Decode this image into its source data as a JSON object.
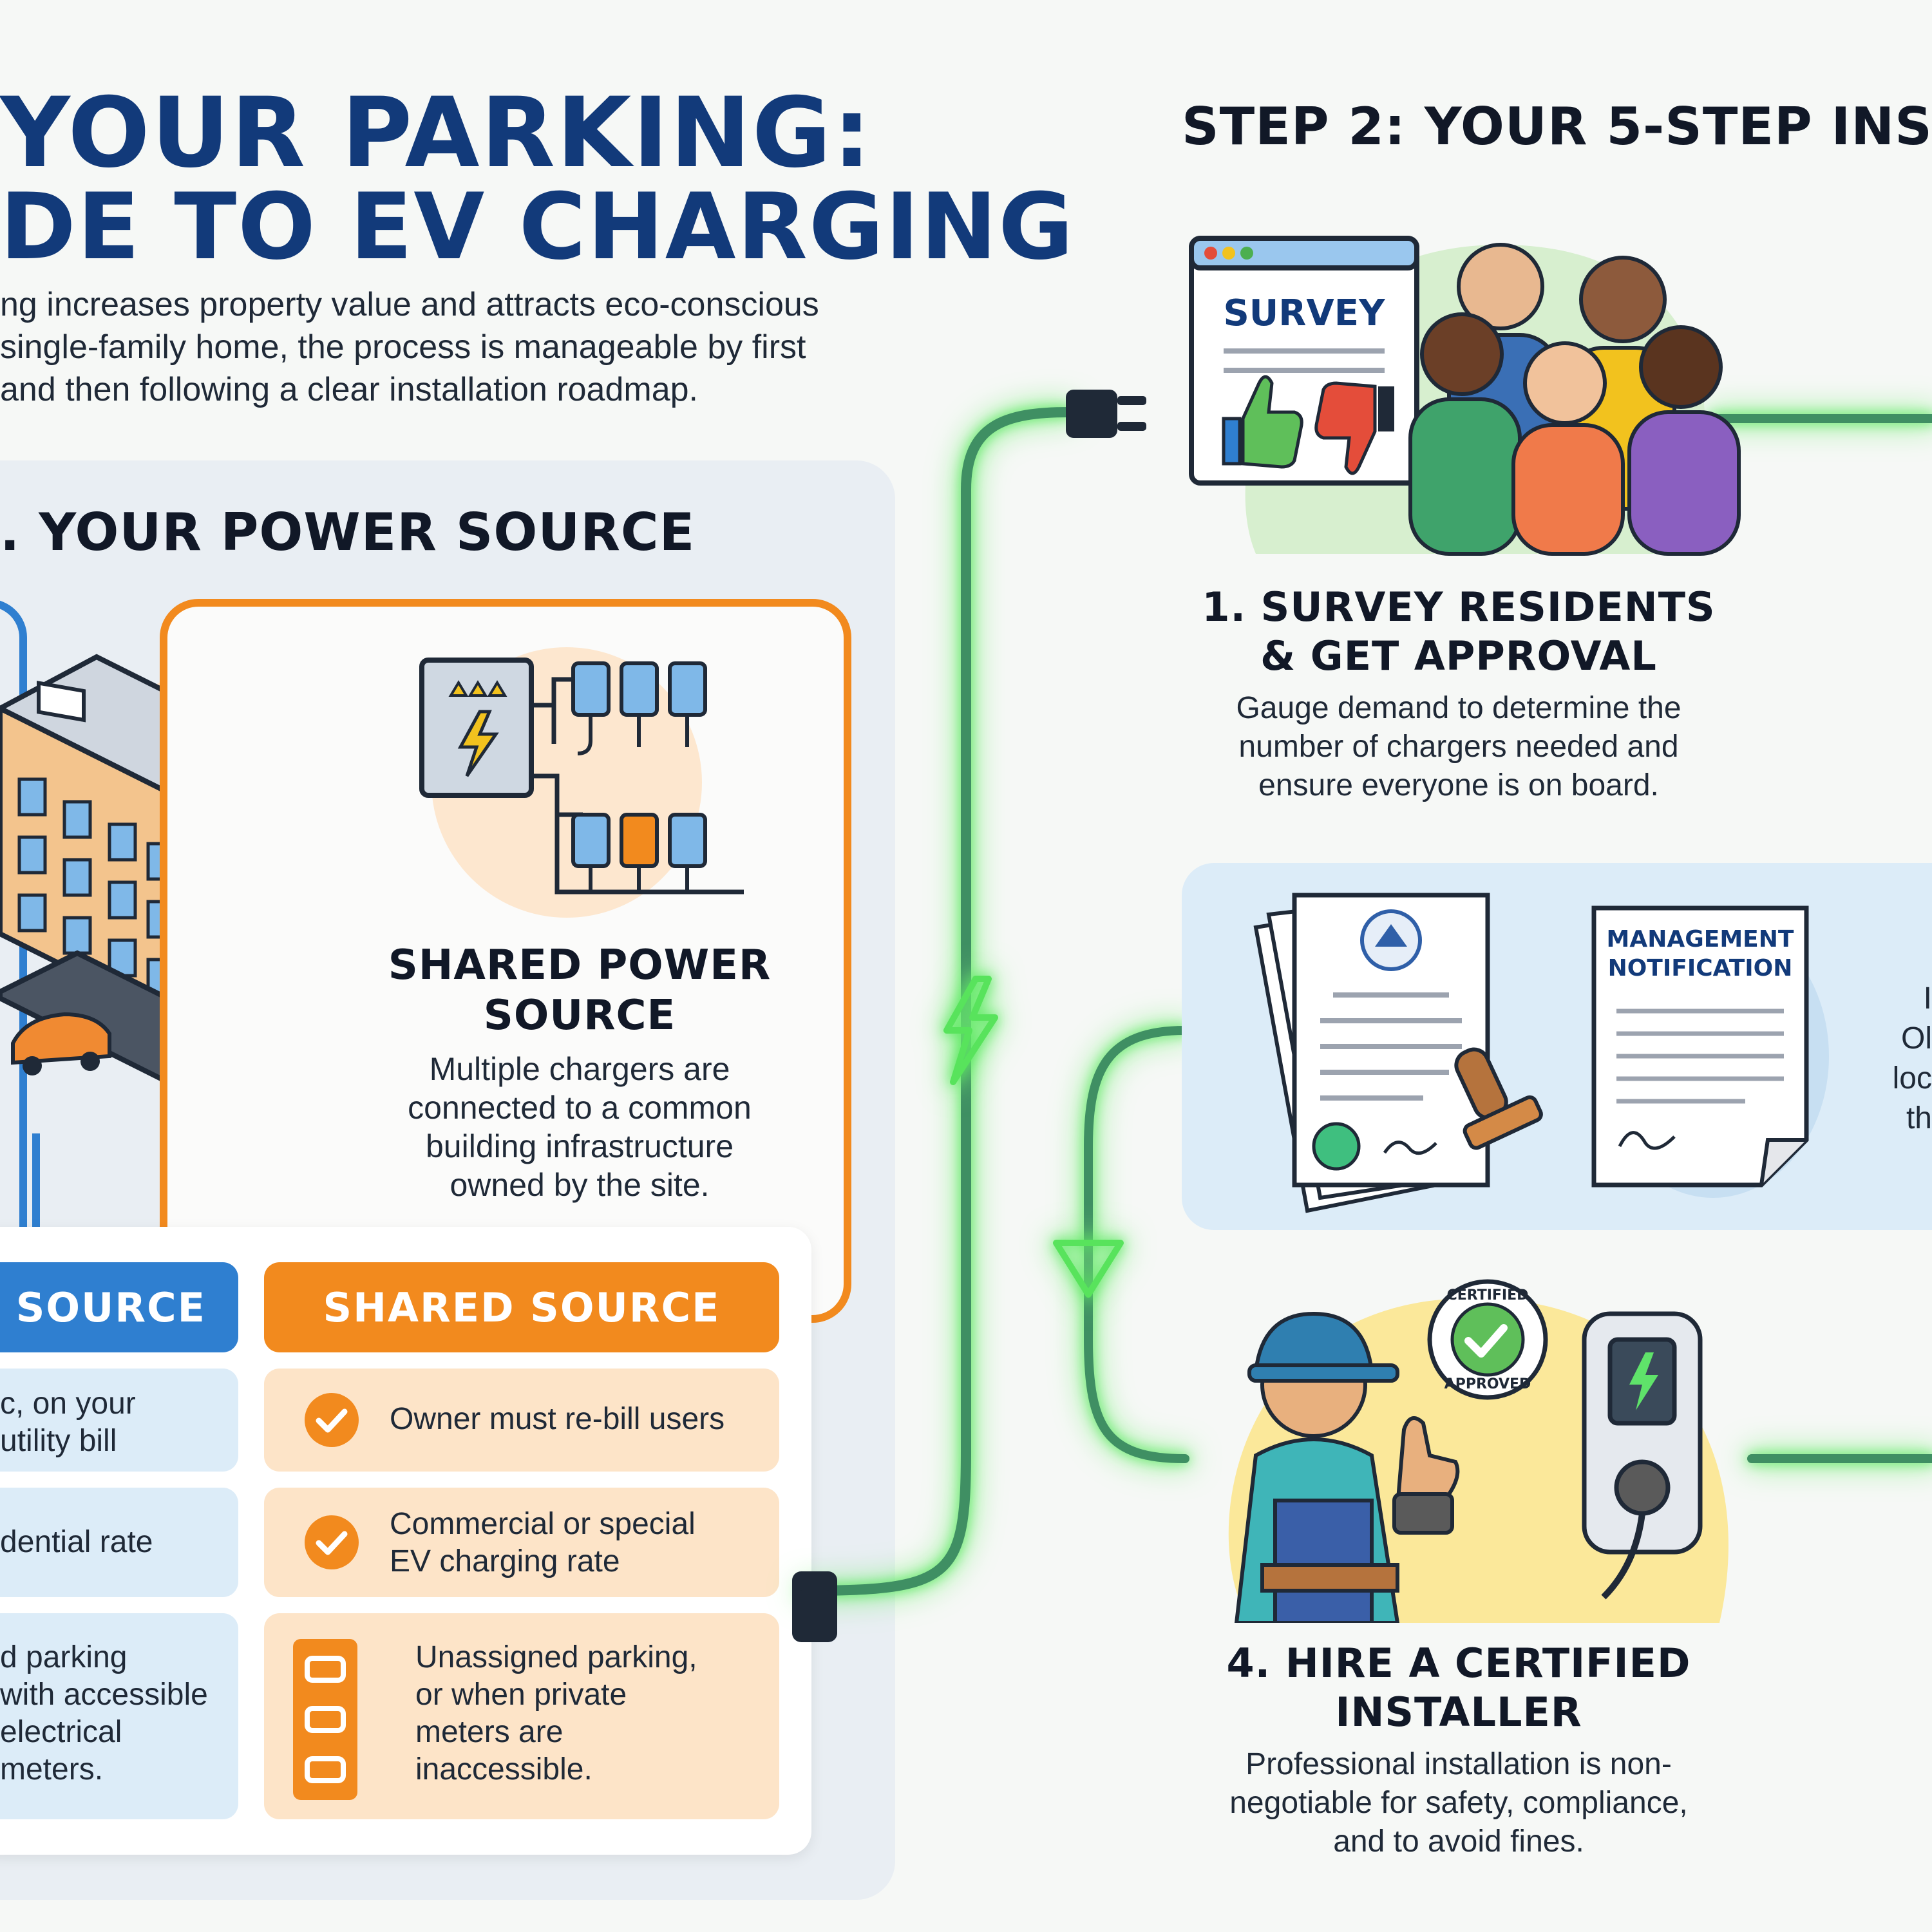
{
  "header": {
    "title_line1": "YOUR PARKING:",
    "title_line2": "DE TO EV CHARGING",
    "intro": [
      "ng increases property value and attracts eco-conscious",
      "single-family home, the process is manageable by first",
      "and then following a clear installation roadmap."
    ]
  },
  "step1": {
    "heading": "YOUR POWER SOURCE",
    "shared_card": {
      "title_line1": "SHARED POWER",
      "title_line2": "SOURCE",
      "desc": [
        "Multiple chargers are",
        "connected to a common",
        "building infrastructure",
        "owned by the site."
      ]
    }
  },
  "comparison": {
    "individual_header": "SOURCE",
    "shared_header": "SHARED SOURCE",
    "individual_rows": [
      [
        "c, on your",
        "utility bill"
      ],
      [
        "dential rate"
      ],
      [
        "d parking",
        "with accessible",
        "electrical",
        "meters."
      ]
    ],
    "shared_rows": [
      [
        "Owner must re-bill users"
      ],
      [
        "Commercial or special",
        "EV charging rate"
      ],
      [
        "Unassigned parking,",
        "or when private",
        "meters are",
        "inaccessible."
      ]
    ]
  },
  "step2": {
    "heading": "STEP 2: YOUR 5-STEP INSTA",
    "survey_label": "SURVEY",
    "item1": {
      "title_line1": "1. SURVEY RESIDENTS",
      "title_line2": "& GET APPROVAL",
      "desc": [
        "Gauge demand to determine the",
        "number of chargers needed and",
        "ensure everyone is on board."
      ]
    },
    "item2": {
      "doc_label_line1": "MANAGEMENT",
      "doc_label_line2": "NOTIFICATION",
      "partial": [
        "I",
        "Ol",
        "loc",
        "th"
      ]
    },
    "item4": {
      "badge_top": "CERTIFIED",
      "badge_bottom": "APPROVED",
      "title_line1": "4. HIRE A CERTIFIED",
      "title_line2": "INSTALLER",
      "desc": [
        "Professional installation is non-",
        "negotiable for safety, compliance,",
        "and to avoid fines."
      ]
    }
  },
  "colors": {
    "title_blue": "#123a7a",
    "individual_blue": "#2f7fd0",
    "shared_orange": "#f28a1e",
    "cable_green": "#3f8f63",
    "glow_green": "#58e35c"
  }
}
